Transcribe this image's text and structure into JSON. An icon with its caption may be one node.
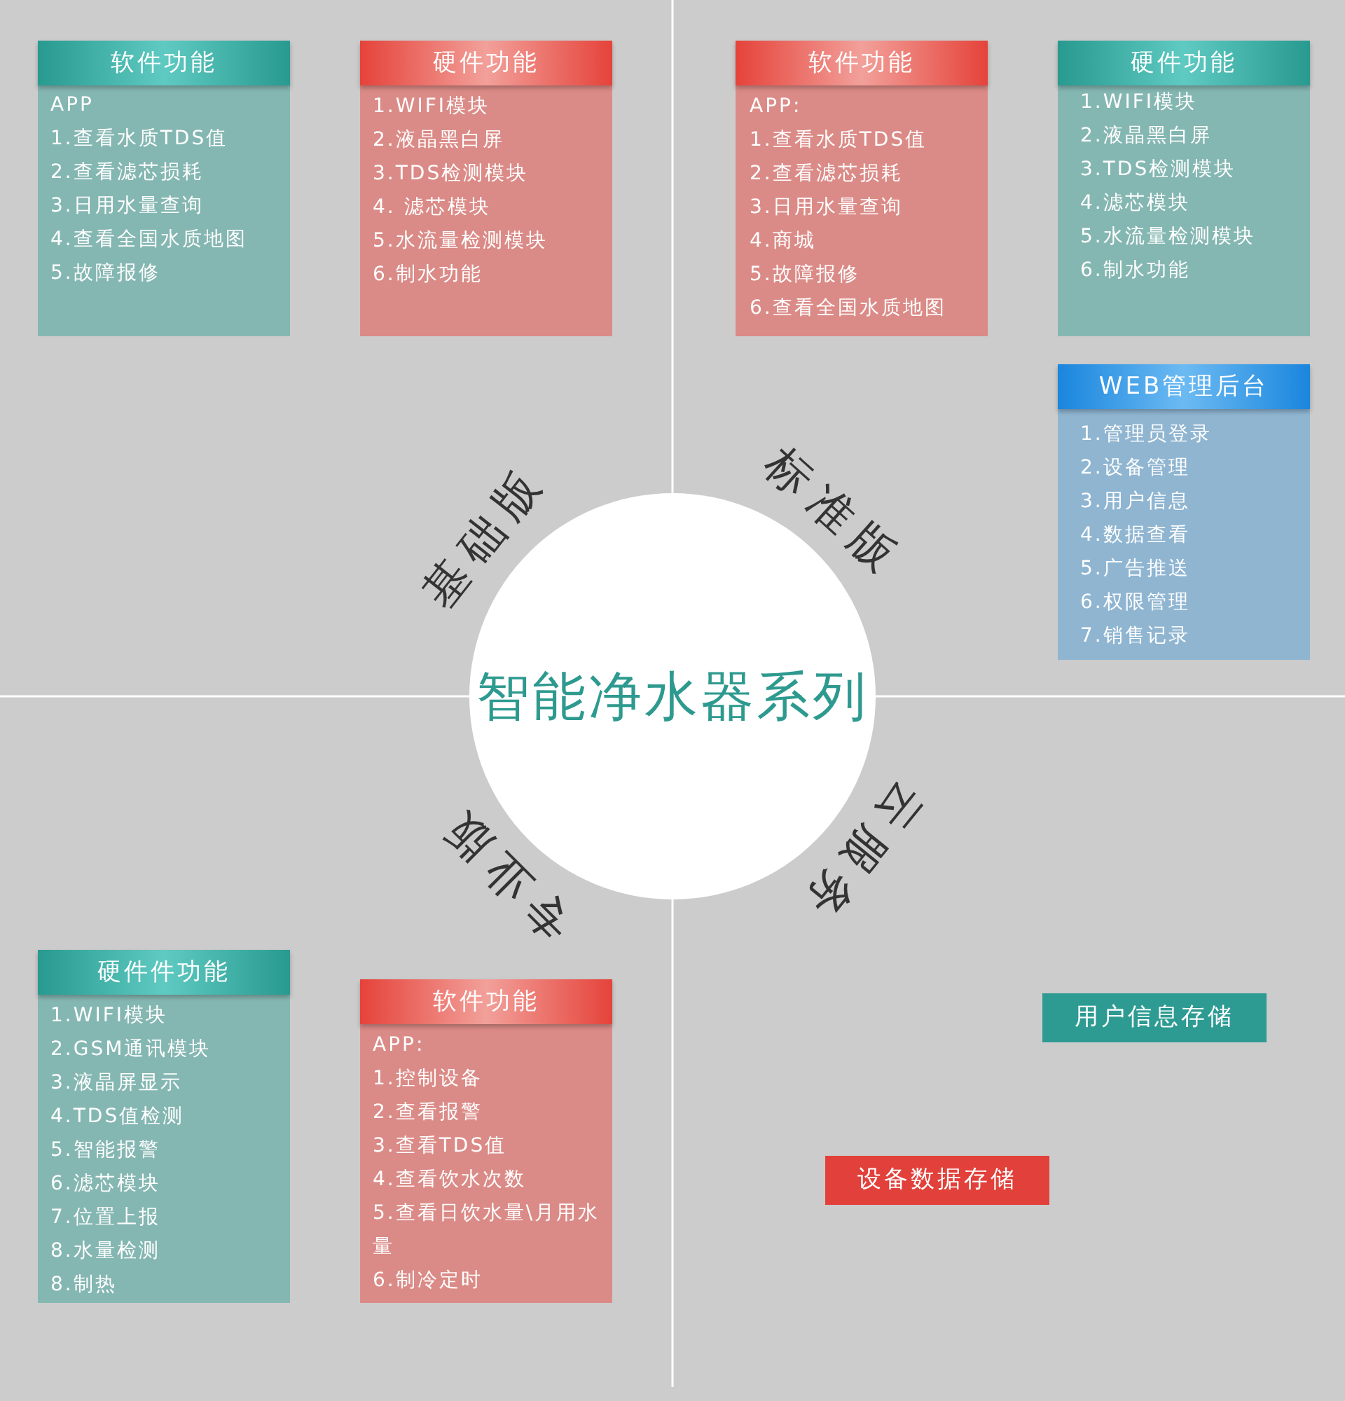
{
  "diagram": {
    "nodes": [
      {
        "text": [
          "软件功能",
          "APP",
          "1.查看水质TDS值",
          "2.查看滤芯损耗",
          "3.日用水量查询",
          "4.查看全国水质地图",
          "5.故障报修"
        ]
      },
      {
        "text": [
          "硬件功能",
          "1.WIFI模块",
          "2.液晶黑白屏",
          "3.TDS检测模块",
          "4. 滤芯模块",
          "5.水流量检测模块",
          "6.制水功能"
        ]
      },
      {
        "text": [
          "软件功能",
          "APP:",
          "1.查看水质TDS值",
          "2.查看滤芯损耗",
          "3.日用水量查询",
          "4.商城",
          "5.故障报修",
          "6.查看全国水质地图"
        ]
      },
      {
        "text": [
          "硬件功能",
          "1.WIFI模块",
          "2.液晶黑白屏",
          "3.TDS检测模块",
          "4.滤芯模块",
          "5.水流量检测模块",
          "6.制水功能"
        ]
      },
      {
        "text": [
          "WEB管理后台",
          "1.管理员登录",
          "2.设备管理",
          "3.用户信息",
          "4.数据查看",
          "5.广告推送",
          "6.权限管理",
          "7.销售记录"
        ]
      },
      {
        "text": [
          "智能净水器系列"
        ]
      },
      {
        "text": [
          "硬件件功能",
          "1.WIFI模块",
          "2.GSM通讯模块",
          "3.液晶屏显示",
          "4.TDS值检测",
          "5.智能报警",
          "6.滤芯模块",
          "7.位置上报",
          "8.水量检测",
          "8.制热"
        ]
      },
      {
        "text": [
          "软件功能",
          "APP:",
          "1.控制设备",
          "2.查看报警",
          "3.查看TDS值",
          "4.查看饮水次数",
          "5.查看日饮水量\\月用水量",
          "6.制冷定时"
        ]
      },
      {
        "text": [
          "用户信息存储"
        ]
      },
      {
        "text": [
          "设备数据存储"
        ]
      }
    ],
    "labels": [
      "基础版",
      "标准版",
      "专业版",
      "云服务"
    ]
  }
}
